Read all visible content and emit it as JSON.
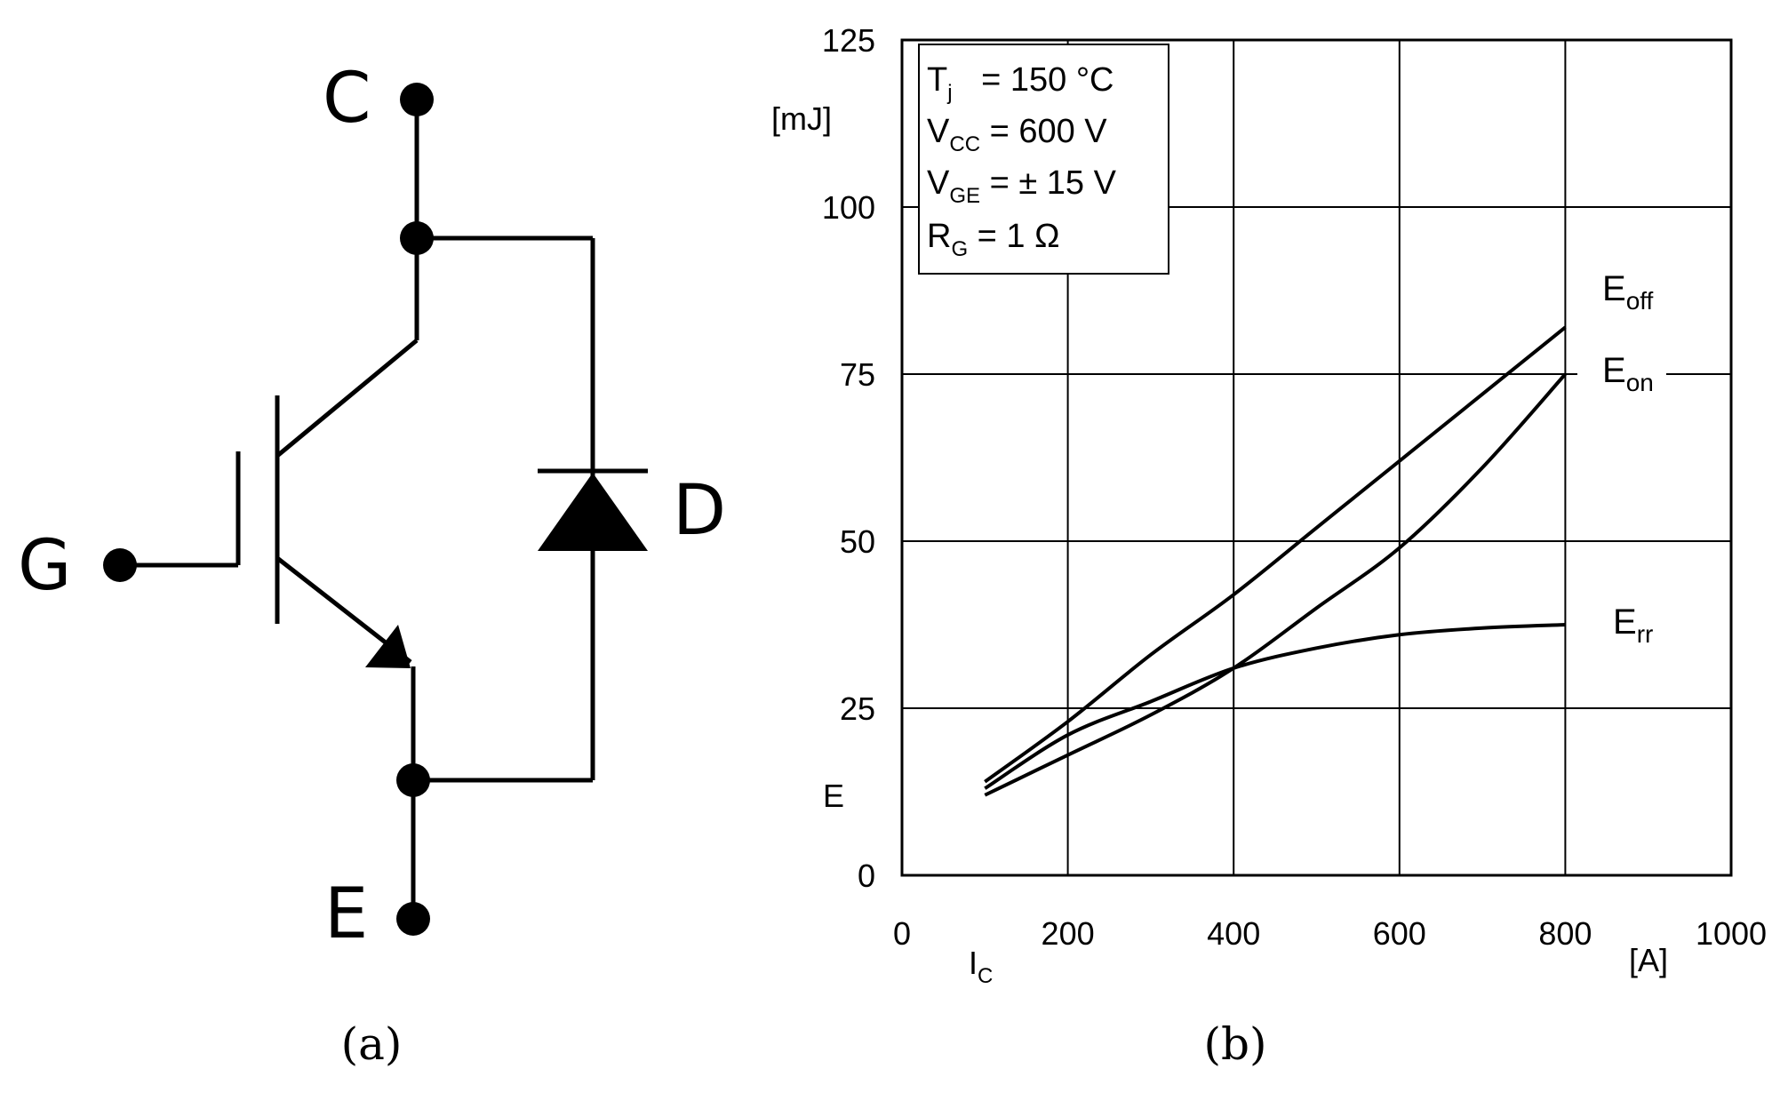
{
  "panel_a": {
    "caption": "(a)",
    "terminals": {
      "collector": "C",
      "gate": "G",
      "emitter": "E",
      "diode": "D"
    }
  },
  "panel_b": {
    "caption": "(b)",
    "legend": {
      "tj_symbol": "T",
      "tj_sub": "j",
      "tj_value": " = 150 °C",
      "vcc_symbol": "V",
      "vcc_sub": "CC",
      "vcc_value": " = 600 V",
      "vge_symbol": "V",
      "vge_sub": "GE",
      "vge_value": " = ± 15 V",
      "rg_symbol": "R",
      "rg_sub": "G",
      "rg_value": " = 1 Ω"
    },
    "y_unit": "[mJ]",
    "y_symbol": "E",
    "x_symbol": "I",
    "x_sub": "C",
    "x_unit": "[A]",
    "series_labels": [
      {
        "main": "E",
        "sub": "off"
      },
      {
        "main": "E",
        "sub": "on"
      },
      {
        "main": "E",
        "sub": "rr"
      }
    ]
  },
  "chart_data": {
    "type": "line",
    "title": "",
    "xlabel": "I_C [A]",
    "ylabel": "E [mJ]",
    "xlim": [
      0,
      1000
    ],
    "ylim": [
      0,
      125
    ],
    "x_ticks": [
      0,
      200,
      400,
      600,
      800,
      1000
    ],
    "y_ticks": [
      0,
      25,
      50,
      75,
      100,
      125
    ],
    "grid": true,
    "series": [
      {
        "name": "Eoff",
        "x": [
          100,
          200,
          300,
          400,
          500,
          600,
          700,
          800
        ],
        "values": [
          14,
          23,
          33,
          42,
          52,
          62,
          72,
          82
        ]
      },
      {
        "name": "Eon",
        "x": [
          100,
          200,
          300,
          400,
          500,
          600,
          700,
          800
        ],
        "values": [
          12,
          18,
          24,
          31,
          40,
          49,
          61,
          75
        ]
      },
      {
        "name": "Err",
        "x": [
          100,
          200,
          300,
          400,
          500,
          600,
          700,
          800
        ],
        "values": [
          13,
          21,
          26,
          31,
          34,
          36,
          37,
          37.5
        ]
      }
    ]
  }
}
